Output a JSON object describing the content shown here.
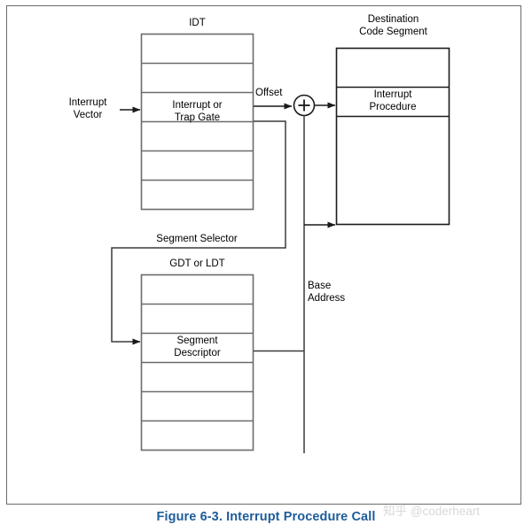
{
  "figure": {
    "caption": "Figure 6-3.  Interrupt Procedure Call",
    "watermark": "知乎 @coderheart"
  },
  "blocks": {
    "idt": {
      "title": "IDT",
      "rows": [
        "",
        "",
        "Interrupt or\nTrap Gate",
        "",
        "",
        ""
      ],
      "highlight_row_index": 2,
      "row_count": 6
    },
    "gdt_ldt": {
      "title": "GDT or LDT",
      "rows": [
        "",
        "",
        "Segment\nDescriptor",
        "",
        "",
        ""
      ],
      "highlight_row_index": 2,
      "row_count": 6
    },
    "destination_code_segment": {
      "title": "Destination\nCode Segment",
      "rows": [
        "",
        "Interrupt\nProcedure",
        ""
      ],
      "highlight_row_index": 1
    }
  },
  "labels": {
    "interrupt_vector": "Interrupt\nVector",
    "offset": "Offset",
    "segment_selector": "Segment Selector",
    "base_address": "Base\nAddress",
    "adder_symbol": "+"
  },
  "colors": {
    "stroke": "#3a3a3a",
    "box_border": "#6b6b6b",
    "caption": "#1f5c99",
    "text": "#000000",
    "watermark": "#d8d8d8",
    "background": "#ffffff"
  }
}
